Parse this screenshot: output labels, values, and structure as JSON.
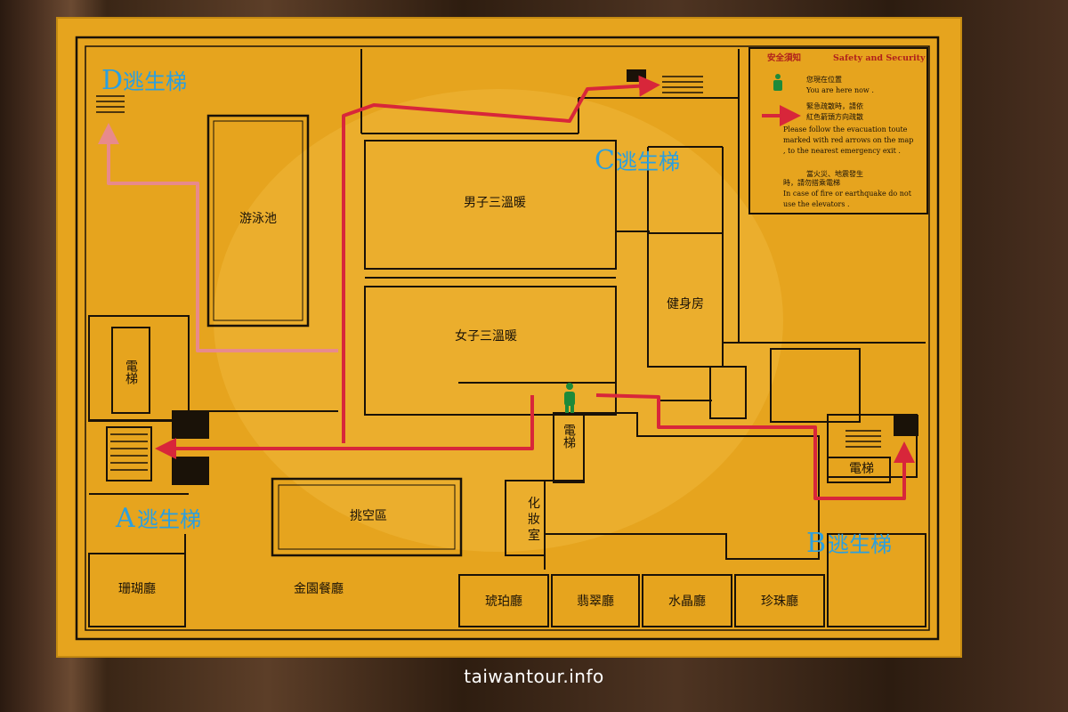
{
  "legend": {
    "title_zh": "安全須知",
    "title_en": "Safety and Security",
    "here_zh": "您現在位置",
    "here_en": "You are here now .",
    "evac_zh_1": "緊急疏散時，請依",
    "evac_zh_2": "紅色箭頭方向疏散",
    "evac_en_1": "Please follow the evacuation toute",
    "evac_en_2": "marked with red arrows on the map",
    "evac_en_3": ", to the nearest emergency exit .",
    "fire_zh_1": "當火災、地震發生",
    "fire_zh_2": "時，請勿搭乘電梯",
    "fire_en_1": "In case of fire or earthquake do not",
    "fire_en_2": "use the elevators ."
  },
  "exits": {
    "a_letter": "A",
    "a_label": "逃生梯",
    "b_letter": "B",
    "b_label": "逃生梯",
    "c_letter": "C",
    "c_label": "逃生梯",
    "d_letter": "D",
    "d_label": "逃生梯"
  },
  "rooms": {
    "pool": "游泳池",
    "mens_spa": "男子三溫暖",
    "womens_spa": "女子三溫暖",
    "gym": "健身房",
    "elevator": "電梯",
    "atrium": "挑空區",
    "makeup_1": "化",
    "makeup_2": "妝",
    "makeup_3": "室",
    "coral": "珊瑚廳",
    "golden": "金園餐廳",
    "amber": "琥珀廳",
    "jade": "翡翠廳",
    "crystal": "水晶廳",
    "pearl": "珍珠廳"
  },
  "credit": "taiwantour.info",
  "colors": {
    "plate": "#e9a820",
    "wall": "#1a1208",
    "route": "#d8263a",
    "exit_label": "#2a9fe0",
    "you_are_here": "#1e8a3a"
  }
}
